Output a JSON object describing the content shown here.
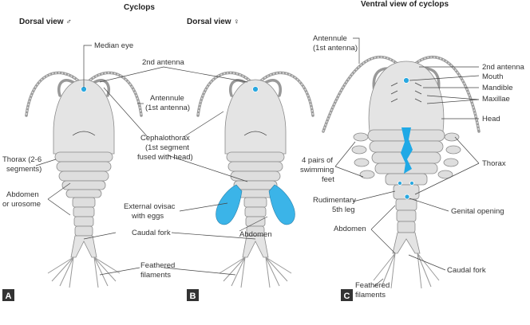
{
  "title": "Cyclops",
  "panels": {
    "a": {
      "heading": "Dorsal view ♂",
      "badge": "A"
    },
    "b": {
      "heading": "Dorsal view ♀",
      "badge": "B"
    },
    "c": {
      "heading": "Ventral view of cyclops",
      "badge": "C"
    }
  },
  "labels_dorsal": {
    "median_eye": "Median eye",
    "second_antenna": "2nd antenna",
    "antennule": [
      "Antennule",
      "(1st antenna)"
    ],
    "cephalothorax": [
      "Cephalothorax",
      "(1st segment",
      "fused with head)"
    ],
    "thorax": [
      "Thorax (2-6",
      "segments)"
    ],
    "abdomen_urosome": [
      "Abdomen",
      "or urosome"
    ],
    "ovisac": [
      "External ovisac",
      "with eggs"
    ],
    "caudal_fork": "Caudal fork",
    "abdomen": "Abdomen",
    "feathered": [
      "Feathered",
      "filaments"
    ]
  },
  "labels_ventral": {
    "antennule": [
      "Antennule",
      "(1st antenna)"
    ],
    "second_antenna": "2nd antenna",
    "mouth": "Mouth",
    "mandible": "Mandible",
    "maxillae": "Maxillae",
    "head": "Head",
    "swimming_feet": [
      "4 pairs of",
      "swimming",
      "feet"
    ],
    "thorax": "Thorax",
    "rudimentary": [
      "Rudimentary",
      "5th leg"
    ],
    "genital": "Genital opening",
    "abdomen": "Abdomen",
    "caudal_fork": "Caudal fork",
    "feathered": [
      "Feathered",
      "filaments"
    ]
  },
  "colors": {
    "accent": "#29a8e0",
    "body": "#e4e4e4"
  }
}
